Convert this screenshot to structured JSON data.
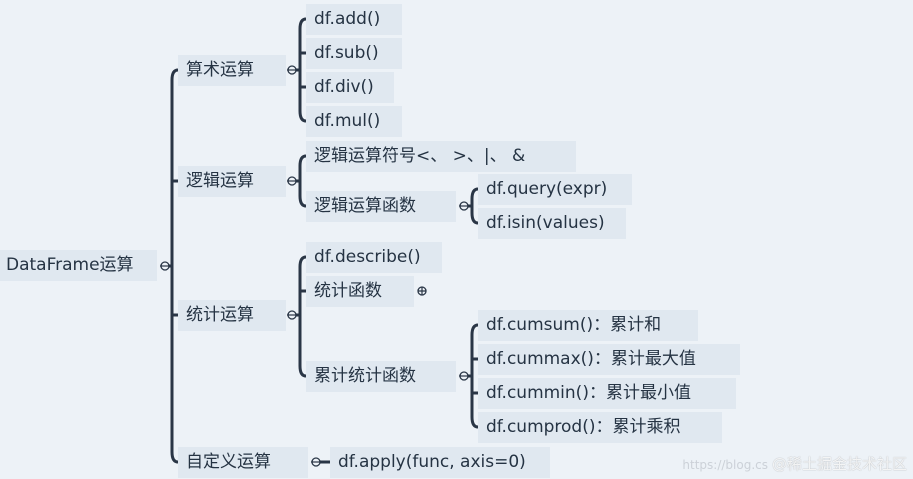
{
  "root": {
    "label": "DataFrame运算"
  },
  "arithmetic": {
    "label": "算术运算",
    "items": [
      "df.add()",
      "df.sub()",
      "df.div()",
      "df.mul()"
    ]
  },
  "logic": {
    "label": "逻辑运算",
    "symbols": "逻辑运算符号<、 >、|、 &",
    "functions": {
      "label": "逻辑运算函数",
      "items": [
        "df.query(expr)",
        "df.isin(values)"
      ]
    }
  },
  "stats": {
    "label": "统计运算",
    "describe": "df.describe()",
    "functions": {
      "label": "统计函数"
    },
    "cumulative": {
      "label": "累计统计函数",
      "items": [
        "df.cumsum()：累计和",
        "df.cummax()：累计最大值",
        "df.cummin()：累计最小值",
        "df.cumprod()：累计乘积"
      ]
    }
  },
  "custom": {
    "label": "自定义运算",
    "apply": "df.apply(func, axis=0)"
  },
  "watermark": {
    "url": "https://blog.cs",
    "text": "@稀土掘金技术社区"
  },
  "colors": {
    "background": "#edf2f7",
    "node": "#e0e8f0",
    "line": "#2a3646",
    "text": "#253343"
  }
}
